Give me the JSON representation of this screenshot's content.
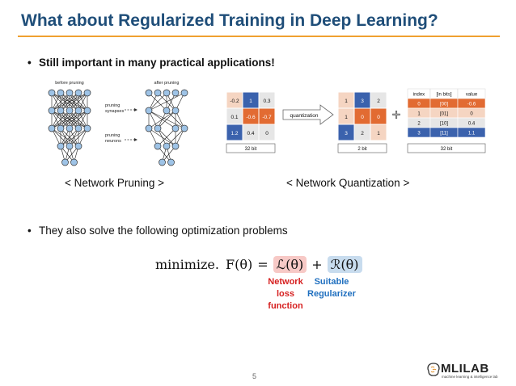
{
  "slide": {
    "title": "What about Regularized Training in Deep Learning?",
    "bullet1": "Still important in many practical applications!",
    "bullet2": "They also solve the following optimization problems",
    "bullet_char": "•",
    "page_number": "5"
  },
  "figure_pruning": {
    "before_label": "before pruning",
    "after_label": "after pruning",
    "synapses_label_1": "pruning",
    "synapses_label_2": "synapses",
    "neurons_label_1": "pruning",
    "neurons_label_2": "neurons",
    "caption": "< Network Pruning >"
  },
  "figure_quantization": {
    "arrow_label": "quantization",
    "matrix_full": [
      [
        "-0.2",
        "1",
        "0.3"
      ],
      [
        "0.1",
        "-0.6",
        "-0.7"
      ],
      [
        "1.2",
        "0.4",
        "0"
      ]
    ],
    "matrix_full_bits": "32 bit",
    "matrix_quant": [
      [
        "1",
        "3",
        "2"
      ],
      [
        "1",
        "0",
        "0"
      ],
      [
        "3",
        "2",
        "1"
      ]
    ],
    "matrix_quant_bits": "2 bit",
    "table_headers": [
      "index",
      "[in bits]",
      "value"
    ],
    "table_rows": [
      [
        "0",
        "[00]",
        "-0.6"
      ],
      [
        "1",
        "[01]",
        "0"
      ],
      [
        "2",
        "[10]",
        "0.4"
      ],
      [
        "3",
        "[11]",
        "1.1"
      ]
    ],
    "table_bits": "32 bit",
    "plus": "+",
    "caption": "< Network Quantization >",
    "colors": {
      "dark_blue": "#3b62ad",
      "mid_blue": "#a7c0e4",
      "orange": "#e26b32",
      "light_orange": "#f5d5c2",
      "gray": "#e6e6e6"
    }
  },
  "formula": {
    "lhs": "minimize.",
    "f_theta": "F(θ)",
    "equals": "=",
    "loss_term": "ℒ(θ)",
    "plus": "+",
    "reg_term": "ℛ(θ)",
    "loss_annotation": "Network loss function",
    "reg_annotation": "Suitable Regularizer"
  },
  "logo": {
    "text": "MLILAB",
    "subtext": "machine learning & intelligence lab"
  }
}
